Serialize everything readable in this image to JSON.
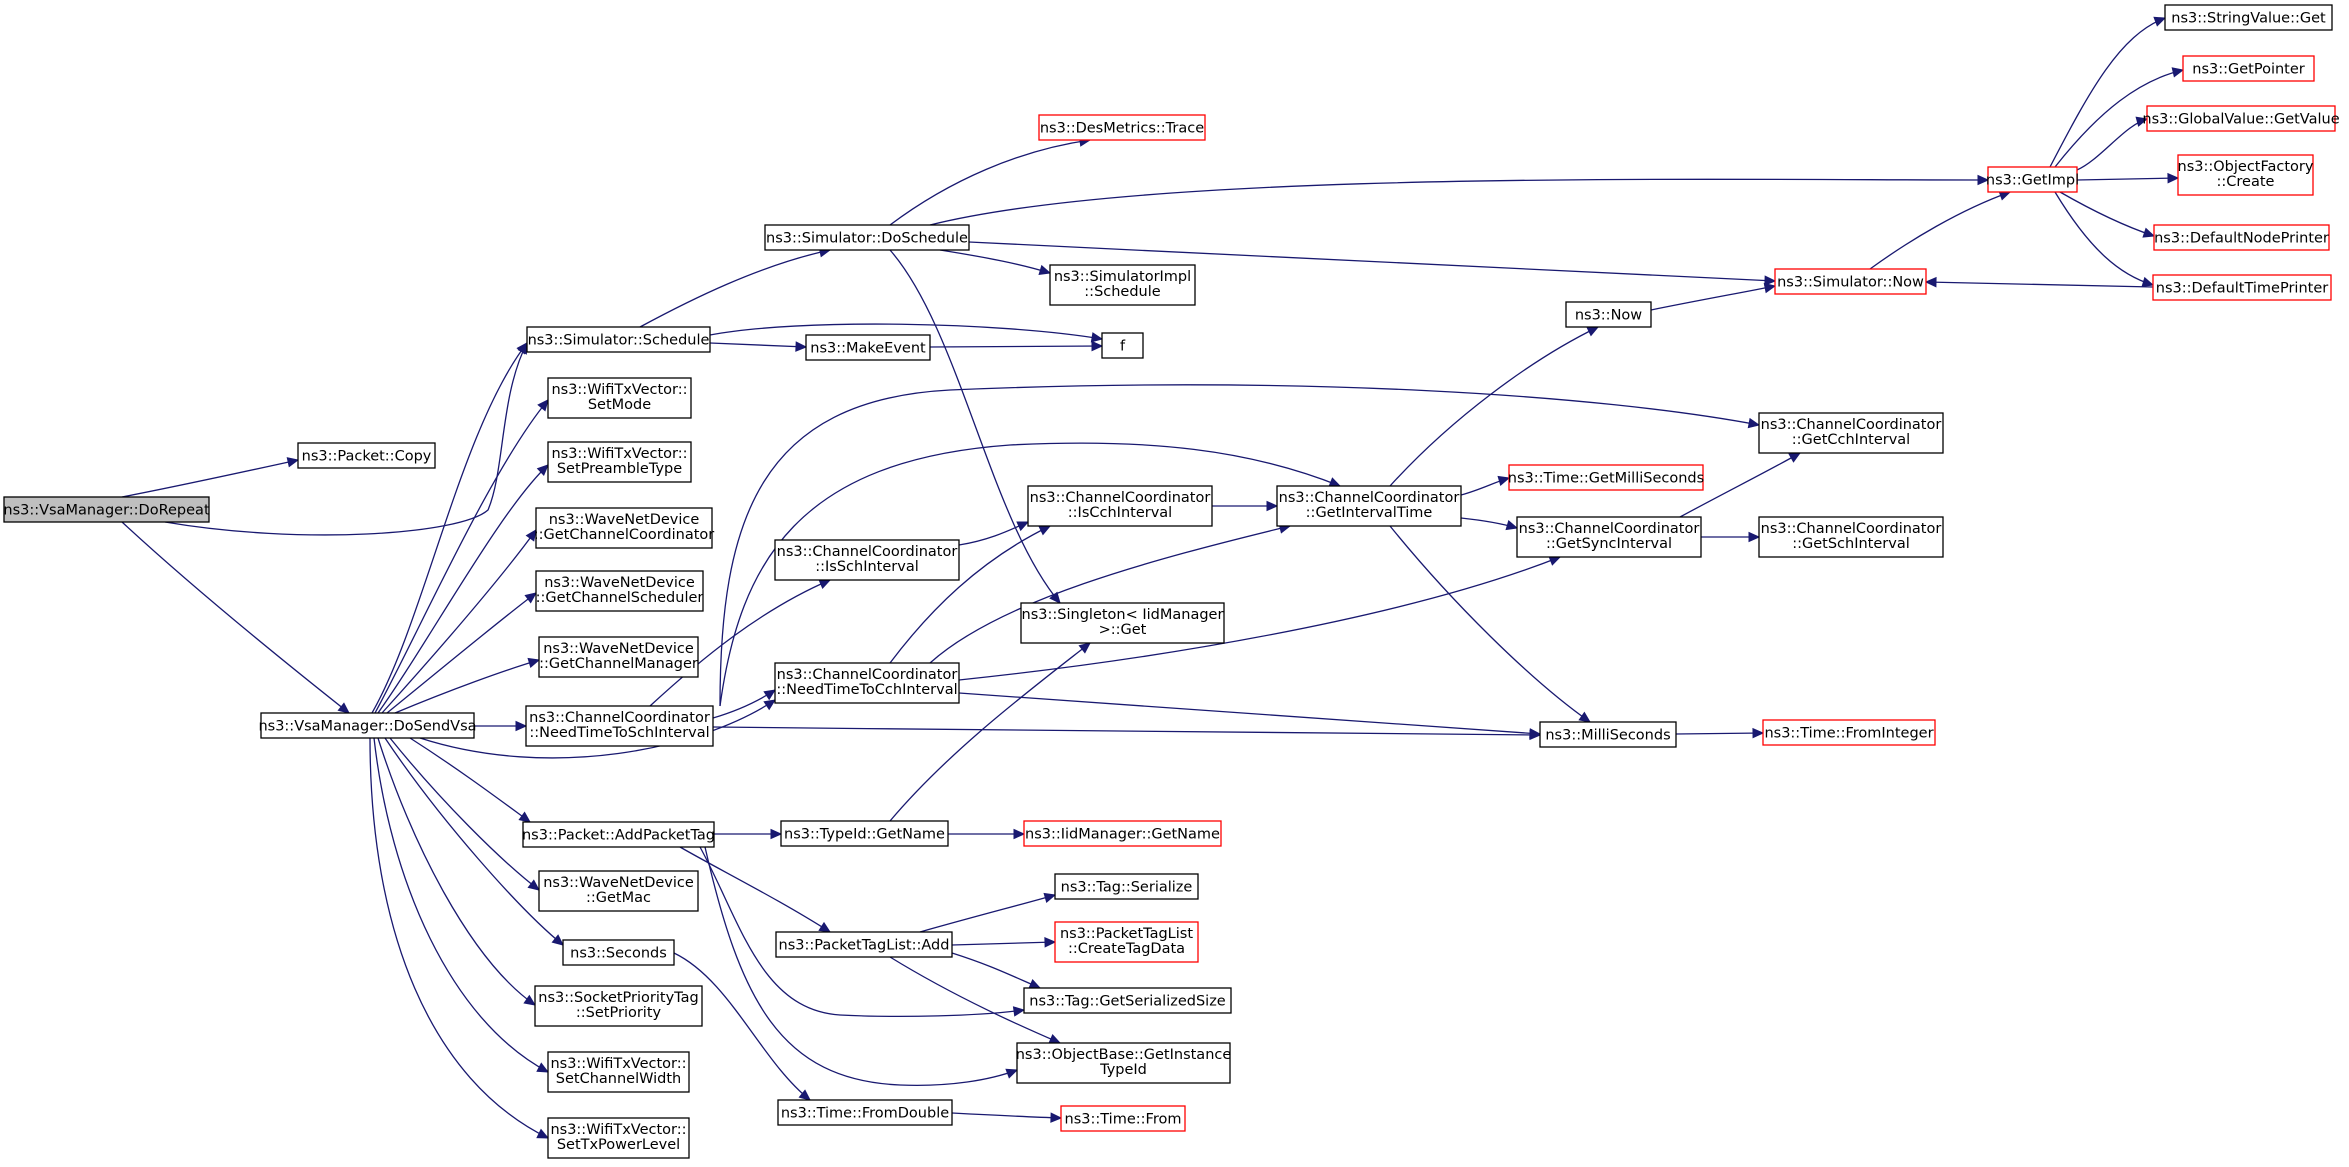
{
  "colors": {
    "edge": "#191970",
    "border_normal": "#000000",
    "border_truncated": "#ff0000",
    "root_fill": "#bfbfbf",
    "node_fill": "#ffffff"
  },
  "nodes": [
    {
      "id": "n_dorepeat",
      "lines": [
        "ns3::VsaManager::DoRepeat"
      ],
      "style": "root"
    },
    {
      "id": "n_packet_copy",
      "lines": [
        "ns3::Packet::Copy"
      ],
      "style": "normal"
    },
    {
      "id": "n_dosendvsa",
      "lines": [
        "ns3::VsaManager::DoSendVsa"
      ],
      "style": "normal"
    },
    {
      "id": "n_sim_schedule",
      "lines": [
        "ns3::Simulator::Schedule"
      ],
      "style": "normal"
    },
    {
      "id": "n_setmode",
      "lines": [
        "ns3::WifiTxVector::",
        "SetMode"
      ],
      "style": "normal"
    },
    {
      "id": "n_setpreamble",
      "lines": [
        "ns3::WifiTxVector::",
        "SetPreambleType"
      ],
      "style": "normal"
    },
    {
      "id": "n_getchcoord",
      "lines": [
        "ns3::WaveNetDevice",
        "::GetChannelCoordinator"
      ],
      "style": "normal"
    },
    {
      "id": "n_getchsched",
      "lines": [
        "ns3::WaveNetDevice",
        "::GetChannelScheduler"
      ],
      "style": "normal"
    },
    {
      "id": "n_getchmgr",
      "lines": [
        "ns3::WaveNetDevice",
        "::GetChannelManager"
      ],
      "style": "normal"
    },
    {
      "id": "n_needsch",
      "lines": [
        "ns3::ChannelCoordinator",
        "::NeedTimeToSchInterval"
      ],
      "style": "normal"
    },
    {
      "id": "n_addpackettag",
      "lines": [
        "ns3::Packet::AddPacketTag"
      ],
      "style": "normal"
    },
    {
      "id": "n_getmac",
      "lines": [
        "ns3::WaveNetDevice",
        "::GetMac"
      ],
      "style": "normal"
    },
    {
      "id": "n_seconds",
      "lines": [
        "ns3::Seconds"
      ],
      "style": "normal"
    },
    {
      "id": "n_setpriority",
      "lines": [
        "ns3::SocketPriorityTag",
        "::SetPriority"
      ],
      "style": "normal"
    },
    {
      "id": "n_setchwidth",
      "lines": [
        "ns3::WifiTxVector::",
        "SetChannelWidth"
      ],
      "style": "normal"
    },
    {
      "id": "n_settxpower",
      "lines": [
        "ns3::WifiTxVector::",
        "SetTxPowerLevel"
      ],
      "style": "normal"
    },
    {
      "id": "n_doschedule",
      "lines": [
        "ns3::Simulator::DoSchedule"
      ],
      "style": "normal"
    },
    {
      "id": "n_makeevent",
      "lines": [
        "ns3::MakeEvent"
      ],
      "style": "normal"
    },
    {
      "id": "n_isschint",
      "lines": [
        "ns3::ChannelCoordinator",
        "::IsSchInterval"
      ],
      "style": "normal"
    },
    {
      "id": "n_needcch",
      "lines": [
        "ns3::ChannelCoordinator",
        "::NeedTimeToCchInterval"
      ],
      "style": "normal"
    },
    {
      "id": "n_typeid_getname",
      "lines": [
        "ns3::TypeId::GetName"
      ],
      "style": "normal"
    },
    {
      "id": "n_ptl_add",
      "lines": [
        "ns3::PacketTagList::Add"
      ],
      "style": "normal"
    },
    {
      "id": "n_fromdouble",
      "lines": [
        "ns3::Time::FromDouble"
      ],
      "style": "normal"
    },
    {
      "id": "n_desmetrics",
      "lines": [
        "ns3::DesMetrics::Trace"
      ],
      "style": "truncated"
    },
    {
      "id": "n_simimpl_sched",
      "lines": [
        "ns3::SimulatorImpl",
        "::Schedule"
      ],
      "style": "normal"
    },
    {
      "id": "n_f",
      "lines": [
        "f"
      ],
      "style": "normal"
    },
    {
      "id": "n_iscchint",
      "lines": [
        "ns3::ChannelCoordinator",
        "::IsCchInterval"
      ],
      "style": "normal"
    },
    {
      "id": "n_singleton",
      "lines": [
        "ns3::Singleton< IidManager",
        ">::Get"
      ],
      "style": "normal"
    },
    {
      "id": "n_iid_getname",
      "lines": [
        "ns3::IidManager::GetName"
      ],
      "style": "truncated"
    },
    {
      "id": "n_tag_serialize",
      "lines": [
        "ns3::Tag::Serialize"
      ],
      "style": "normal"
    },
    {
      "id": "n_createtagdata",
      "lines": [
        "ns3::PacketTagList",
        "::CreateTagData"
      ],
      "style": "truncated"
    },
    {
      "id": "n_tag_getsersize",
      "lines": [
        "ns3::Tag::GetSerializedSize"
      ],
      "style": "normal"
    },
    {
      "id": "n_getinsttypeid",
      "lines": [
        "ns3::ObjectBase::GetInstance",
        "TypeId"
      ],
      "style": "normal"
    },
    {
      "id": "n_time_from",
      "lines": [
        "ns3::Time::From"
      ],
      "style": "truncated"
    },
    {
      "id": "n_now",
      "lines": [
        "ns3::Now"
      ],
      "style": "normal"
    },
    {
      "id": "n_getintervaltime",
      "lines": [
        "ns3::ChannelCoordinator",
        "::GetIntervalTime"
      ],
      "style": "normal"
    },
    {
      "id": "n_getmilliseconds",
      "lines": [
        "ns3::Time::GetMilliSeconds"
      ],
      "style": "truncated"
    },
    {
      "id": "n_getsyncint",
      "lines": [
        "ns3::ChannelCoordinator",
        "::GetSyncInterval"
      ],
      "style": "normal"
    },
    {
      "id": "n_milliseconds",
      "lines": [
        "ns3::MilliSeconds"
      ],
      "style": "normal"
    },
    {
      "id": "n_sim_now",
      "lines": [
        "ns3::Simulator::Now"
      ],
      "style": "truncated"
    },
    {
      "id": "n_getcchint",
      "lines": [
        "ns3::ChannelCoordinator",
        "::GetCchInterval"
      ],
      "style": "normal"
    },
    {
      "id": "n_getschint",
      "lines": [
        "ns3::ChannelCoordinator",
        "::GetSchInterval"
      ],
      "style": "normal"
    },
    {
      "id": "n_time_fromint",
      "lines": [
        "ns3::Time::FromInteger"
      ],
      "style": "truncated"
    },
    {
      "id": "n_getimpl",
      "lines": [
        "ns3::GetImpl"
      ],
      "style": "truncated"
    },
    {
      "id": "n_stringvalue_get",
      "lines": [
        "ns3::StringValue::Get"
      ],
      "style": "normal"
    },
    {
      "id": "n_getpointer",
      "lines": [
        "ns3::GetPointer"
      ],
      "style": "truncated"
    },
    {
      "id": "n_globalvalue",
      "lines": [
        "ns3::GlobalValue::GetValue"
      ],
      "style": "truncated"
    },
    {
      "id": "n_objfactory",
      "lines": [
        "ns3::ObjectFactory",
        "::Create"
      ],
      "style": "truncated"
    },
    {
      "id": "n_defnodeprinter",
      "lines": [
        "ns3::DefaultNodePrinter"
      ],
      "style": "truncated"
    },
    {
      "id": "n_deftimeprinter",
      "lines": [
        "ns3::DefaultTimePrinter"
      ],
      "style": "truncated"
    }
  ]
}
